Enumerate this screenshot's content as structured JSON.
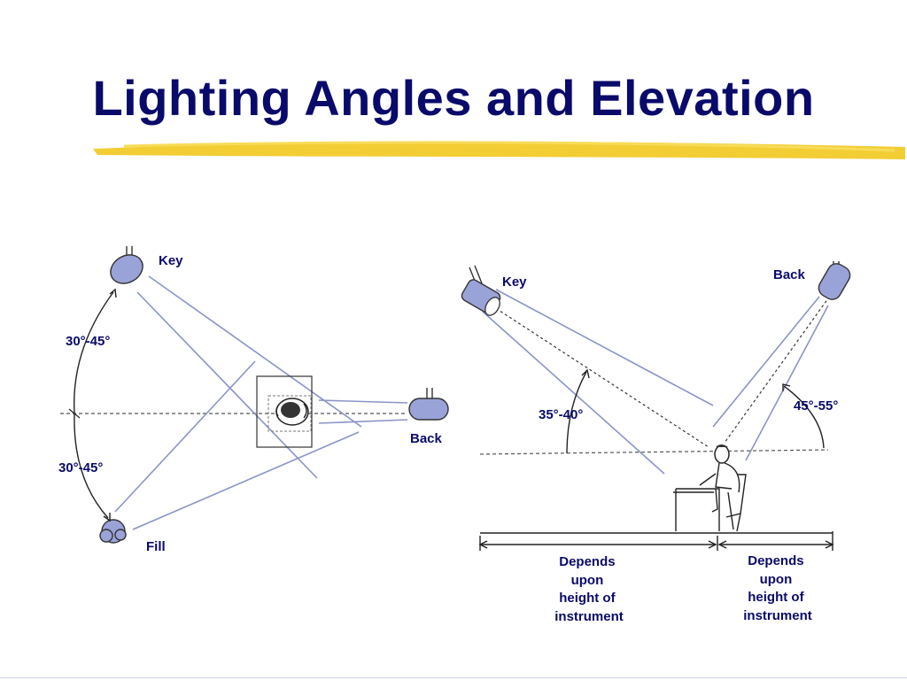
{
  "title": "Lighting Angles and Elevation",
  "colors": {
    "title": "#0a0a6b",
    "labels": "#0a0a6b",
    "highlighter": "#f2c81e",
    "beams": "#8a94c8",
    "lamp_fill": "#9aa3d8"
  },
  "plan_view": {
    "key_label": "Key",
    "back_label": "Back",
    "fill_label": "Fill",
    "angle_upper": "30°-45°",
    "angle_lower": "30°-45°"
  },
  "elevation_view": {
    "key_label": "Key",
    "back_label": "Back",
    "key_angle": "35°-40°",
    "back_angle": "45°-55°",
    "left_dimension": [
      "Depends",
      "upon",
      "height of",
      "instrument"
    ],
    "right_dimension": [
      "Depends",
      "upon",
      "height of",
      "instrument"
    ]
  }
}
